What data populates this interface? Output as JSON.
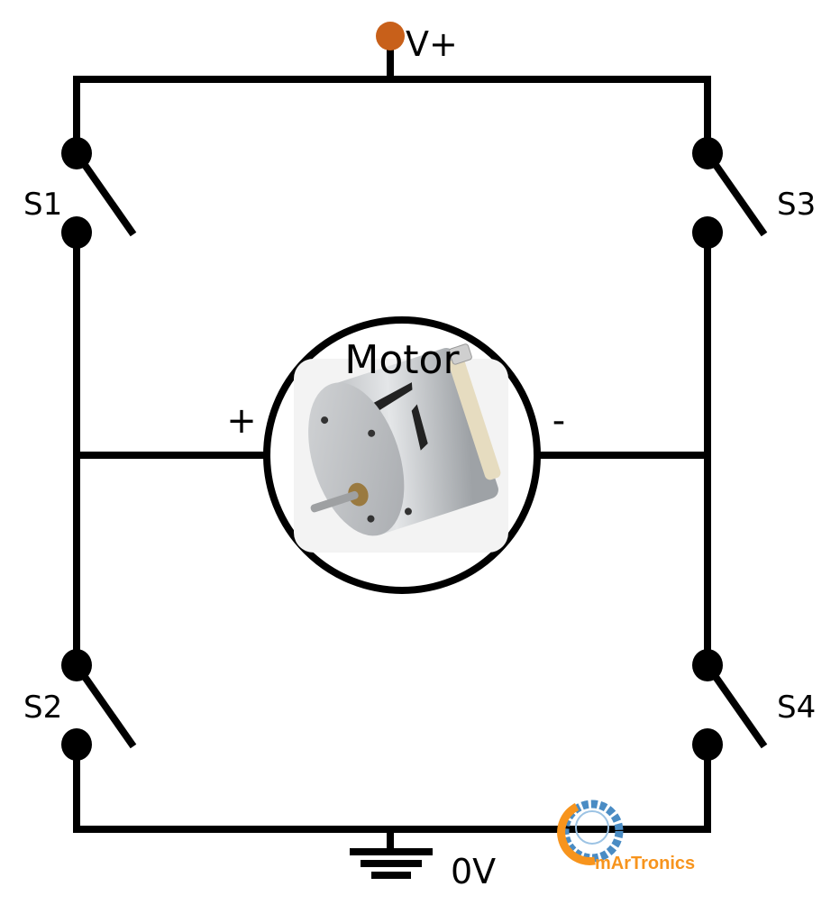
{
  "supply": {
    "label": "V+",
    "color": "#c8601a"
  },
  "ground": {
    "label": "0V"
  },
  "switches": [
    {
      "label": "S1"
    },
    {
      "label": "S2"
    },
    {
      "label": "S3"
    },
    {
      "label": "S4"
    }
  ],
  "motor": {
    "label": "Motor",
    "plus_label": "+",
    "minus_label": "-"
  },
  "logo": {
    "text": "mArTronics",
    "colors": {
      "orange": "#f7941d",
      "blue": "#4a8cc4"
    }
  },
  "colors": {
    "wire": "#000000"
  }
}
